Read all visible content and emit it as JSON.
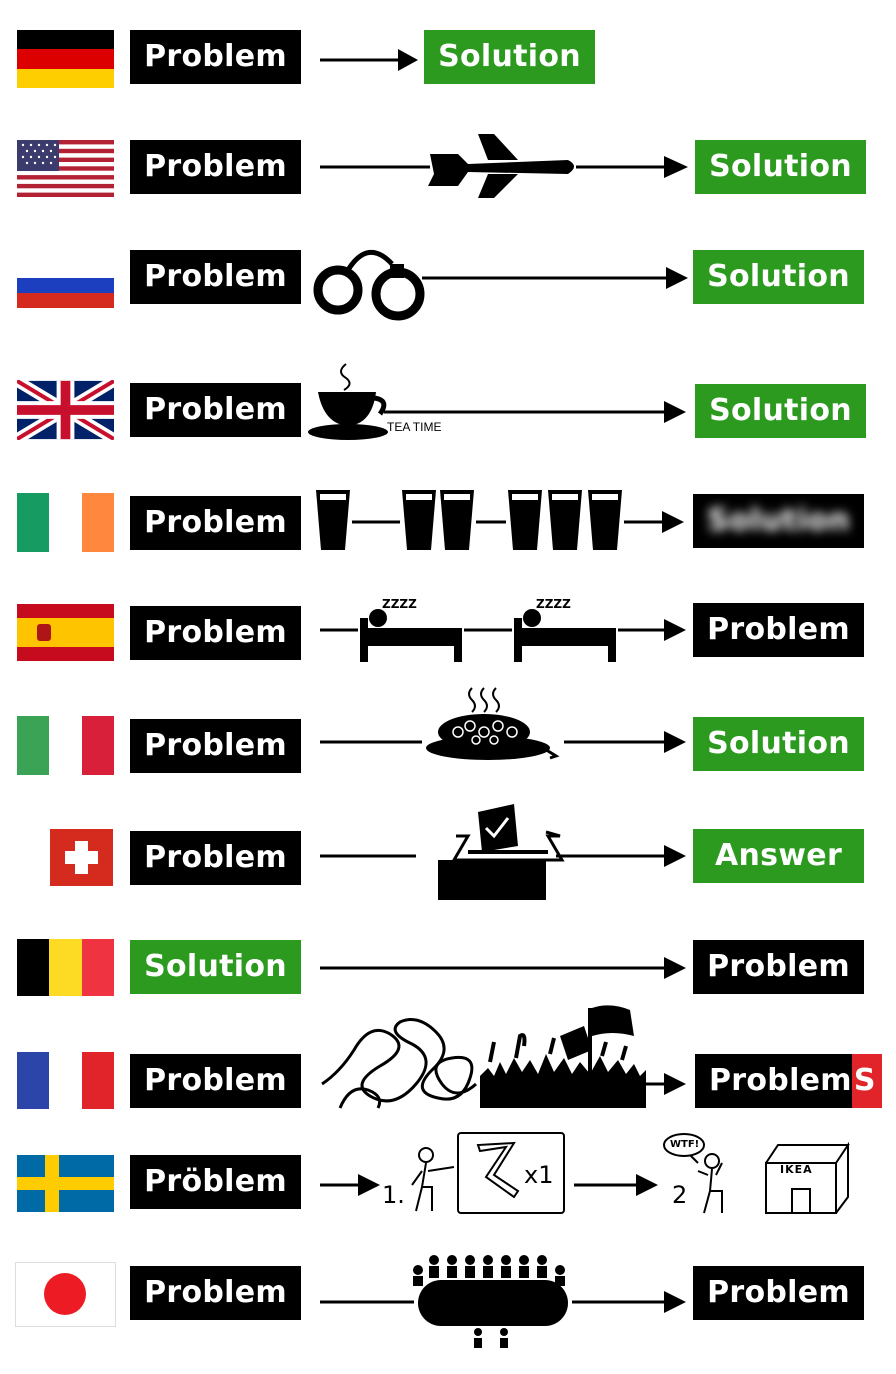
{
  "rows": [
    {
      "country": "Germany",
      "left": "Problem",
      "right": "Solution"
    },
    {
      "country": "USA",
      "left": "Problem",
      "right": "Solution"
    },
    {
      "country": "Russia",
      "left": "Problem",
      "right": "Solution"
    },
    {
      "country": "UK",
      "left": "Problem",
      "right": "Solution",
      "caption": "TEA TIME"
    },
    {
      "country": "Ireland",
      "left": "Problem",
      "right": "Solution"
    },
    {
      "country": "Spain",
      "left": "Problem",
      "right": "Problem"
    },
    {
      "country": "Italy",
      "left": "Problem",
      "right": "Solution"
    },
    {
      "country": "Switzerland",
      "left": "Problem",
      "right": "Answer"
    },
    {
      "country": "Belgium",
      "left": "Solution",
      "right": "Problem"
    },
    {
      "country": "France",
      "left": "Problem",
      "right": "Problem",
      "right_extra": "S"
    },
    {
      "country": "Sweden",
      "left": "Pröblem",
      "step1": "1.",
      "count": "x1",
      "step2": "2",
      "bubble": "WTF!",
      "store": "IKEA"
    },
    {
      "country": "Japan",
      "left": "Problem",
      "right": "Problem"
    }
  ],
  "icons": [
    "drone-icon",
    "handcuffs-icon",
    "teacup-icon",
    "pint-glass-icon",
    "sleeping-bed-icon",
    "pasta-plate-icon",
    "ballot-box-icon",
    "tangled-line-icon",
    "protest-crowd-icon",
    "ikea-assembly-icon",
    "meeting-table-icon"
  ],
  "colors": {
    "green": "#2b9a1f",
    "black": "#000000",
    "france_red": "#e0242a"
  }
}
